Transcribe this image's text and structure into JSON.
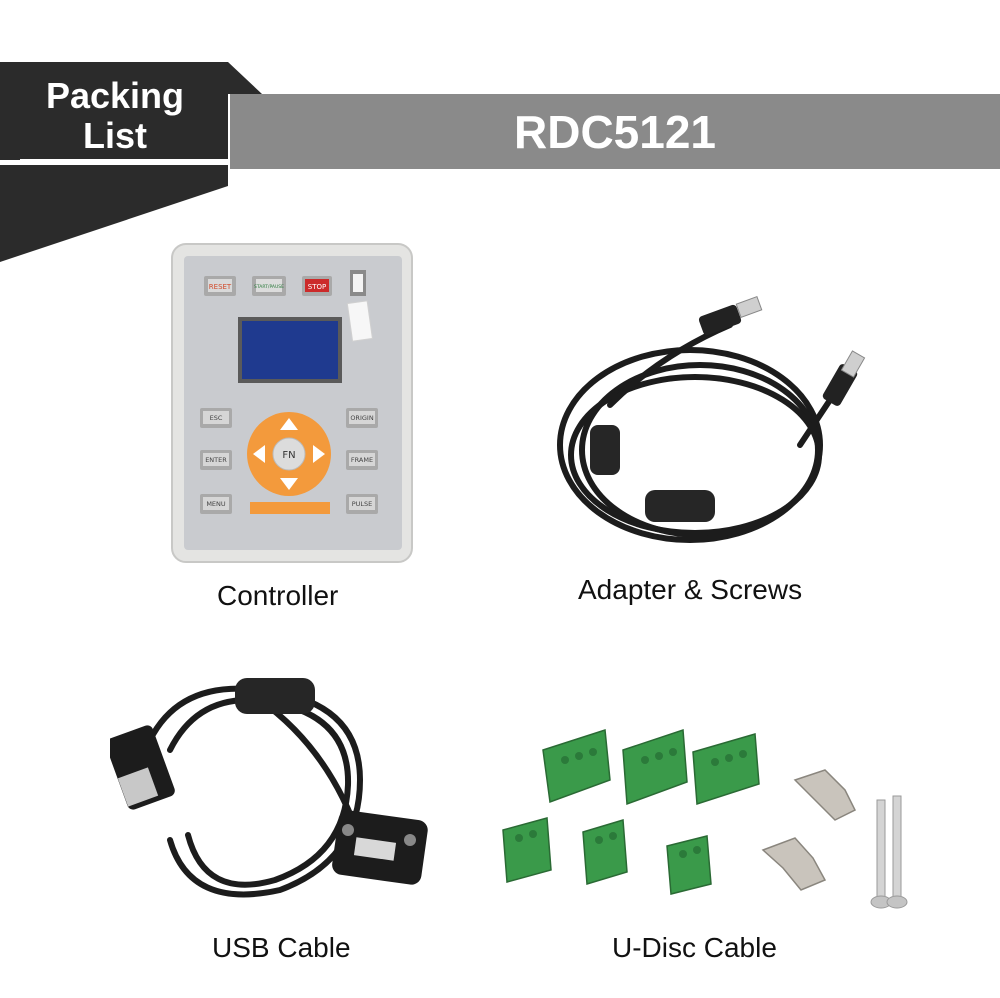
{
  "header": {
    "tag_line1": "Packing",
    "tag_line2": "List",
    "model": "RDC5121"
  },
  "items": [
    {
      "caption": "Controller",
      "icon": "controller-image"
    },
    {
      "caption": "Adapter & Screws",
      "icon": "adapter-cable-image"
    },
    {
      "caption": "USB Cable",
      "icon": "usb-cable-image"
    },
    {
      "caption": "U-Disc Cable",
      "icon": "terminal-blocks-image"
    }
  ],
  "controller": {
    "buttons_top": [
      "RESET",
      "START/PAUSE",
      "STOP"
    ],
    "buttons_left": [
      "ESC",
      "ENTER",
      "MENU"
    ],
    "buttons_right": [
      "ORIGIN",
      "FRAME",
      "PULSE"
    ],
    "center_button": "FN"
  },
  "colors": {
    "banner_gray": "#8a8a8a",
    "tag_dark": "#2b2b2b",
    "terminal_green": "#3a9a4a",
    "keypad_orange": "#f39a3c",
    "screen_blue": "#1f3a8f"
  }
}
